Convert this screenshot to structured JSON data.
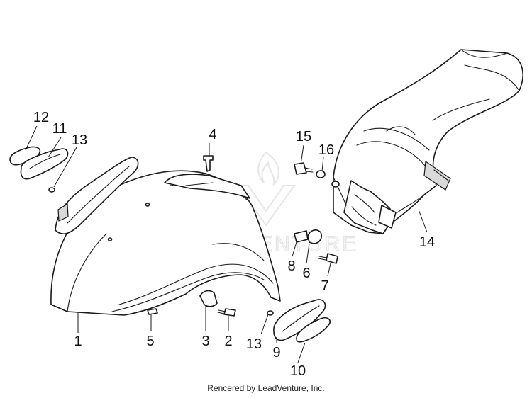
{
  "watermark": {
    "text": "LEADVENTURE"
  },
  "credit": "Rencered by LeadVenture, Inc.",
  "callouts": [
    {
      "id": "c1",
      "label": "1"
    },
    {
      "id": "c2",
      "label": "2"
    },
    {
      "id": "c3",
      "label": "3"
    },
    {
      "id": "c4",
      "label": "4"
    },
    {
      "id": "c5",
      "label": "5"
    },
    {
      "id": "c6",
      "label": "6"
    },
    {
      "id": "c7",
      "label": "7"
    },
    {
      "id": "c8",
      "label": "8"
    },
    {
      "id": "c9",
      "label": "9"
    },
    {
      "id": "c10",
      "label": "10"
    },
    {
      "id": "c11",
      "label": "11"
    },
    {
      "id": "c12",
      "label": "12"
    },
    {
      "id": "c13a",
      "label": "13"
    },
    {
      "id": "c13b",
      "label": "13"
    },
    {
      "id": "c14",
      "label": "14"
    },
    {
      "id": "c15",
      "label": "15"
    },
    {
      "id": "c16",
      "label": "16"
    }
  ]
}
